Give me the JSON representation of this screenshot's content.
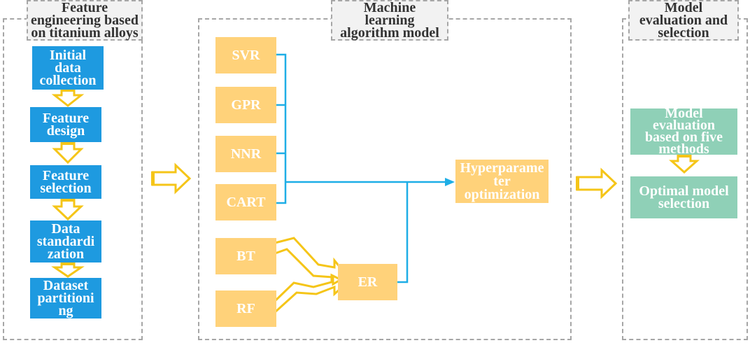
{
  "panels": {
    "left": {
      "title": "Feature\nengineering based\non titanium alloys"
    },
    "middle": {
      "title": "Machine\nlearning\nalgorithm model"
    },
    "right": {
      "title": "Model\nevaluation and\nselection"
    }
  },
  "feature_steps": [
    {
      "label": "Initial\ndata\ncollection"
    },
    {
      "label": "Feature\ndesign"
    },
    {
      "label": "Feature\nselection"
    },
    {
      "label": "Data\nstandardi\nzation"
    },
    {
      "label": "Dataset\npartitioni\nng"
    }
  ],
  "models": [
    {
      "label": "SVR"
    },
    {
      "label": "GPR"
    },
    {
      "label": "NNR"
    },
    {
      "label": "CART"
    },
    {
      "label": "BT"
    },
    {
      "label": "RF"
    }
  ],
  "ensemble": {
    "label": "ER"
  },
  "hyperparameter": {
    "label": "Hyperparame\nter\noptimization"
  },
  "evaluation_steps": [
    {
      "label": "Model\nevaluation\nbased on five\nmethods"
    },
    {
      "label": "Optimal model\nselection"
    }
  ],
  "colors": {
    "blue": "#1e9ae0",
    "orange": "#ffd27a",
    "green": "#8fd0b7",
    "arrow_yellow": "#f5c518",
    "connector": "#1eaee6",
    "dash": "#a6a6a6"
  }
}
